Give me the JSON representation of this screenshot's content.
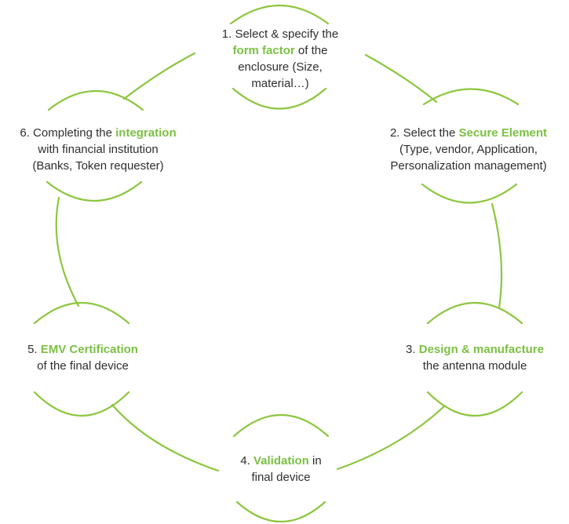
{
  "accent_color": "#8cc63f",
  "steps": [
    {
      "lines": [
        {
          "pre": "1. Select & specify the",
          "hl": "",
          "post": ""
        },
        {
          "pre": "",
          "hl": "form factor",
          "post": " of the"
        },
        {
          "pre": "enclosure (Size,",
          "hl": "",
          "post": ""
        },
        {
          "pre": "material…)",
          "hl": "",
          "post": ""
        }
      ]
    },
    {
      "lines": [
        {
          "pre": "2. Select the ",
          "hl": "Secure Element",
          "post": ""
        },
        {
          "pre": "(Type, vendor, Application,",
          "hl": "",
          "post": ""
        },
        {
          "pre": "Personalization management)",
          "hl": "",
          "post": ""
        }
      ]
    },
    {
      "lines": [
        {
          "pre": "3. ",
          "hl": "Design & manufacture",
          "post": ""
        },
        {
          "pre": "the antenna module",
          "hl": "",
          "post": ""
        }
      ]
    },
    {
      "lines": [
        {
          "pre": "4. ",
          "hl": "Validation",
          "post": " in"
        },
        {
          "pre": "final device",
          "hl": "",
          "post": ""
        }
      ]
    },
    {
      "lines": [
        {
          "pre": "5. ",
          "hl": "EMV Certification",
          "post": ""
        },
        {
          "pre": "of the final device",
          "hl": "",
          "post": ""
        }
      ]
    },
    {
      "lines": [
        {
          "pre": "6. Completing the ",
          "hl": "integration",
          "post": ""
        },
        {
          "pre": "with financial institution",
          "hl": "",
          "post": ""
        },
        {
          "pre": "(Banks, Token requester)",
          "hl": "",
          "post": ""
        }
      ]
    }
  ]
}
